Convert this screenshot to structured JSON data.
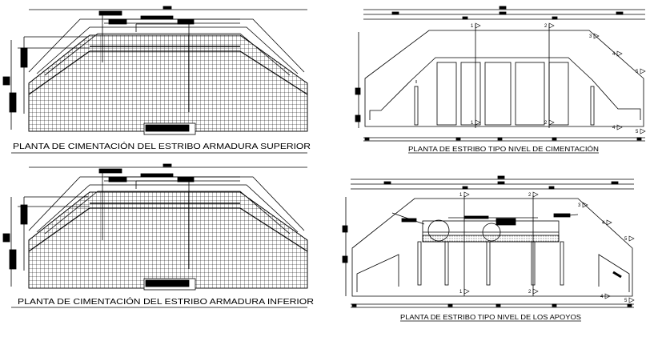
{
  "drawings": {
    "top_left": {
      "title": "PLANTA DE CIMENTACIÓN DEL ESTRIBO ARMADURA SUPERIOR"
    },
    "bottom_left": {
      "title": "PLANTA DE CIMENTACIÓN DEL ESTRIBO ARMADURA INFERIOR"
    },
    "top_right": {
      "title": "PLANTA DE ESTRIBO TIPO NIVEL DE CIMENTACIÓN"
    },
    "bottom_right": {
      "title": "PLANTA DE ESTRIBO TIPO NIVEL DE LOS APOYOS"
    }
  },
  "section_marks": {
    "top_right": [
      "1",
      "2",
      "3",
      "4",
      "5",
      "1",
      "2",
      "4",
      "5"
    ],
    "bottom_right": [
      "1",
      "2",
      "3",
      "4",
      "5",
      "1",
      "2",
      "4",
      "5"
    ]
  },
  "colors": {
    "line": "#000000",
    "background": "#ffffff"
  }
}
